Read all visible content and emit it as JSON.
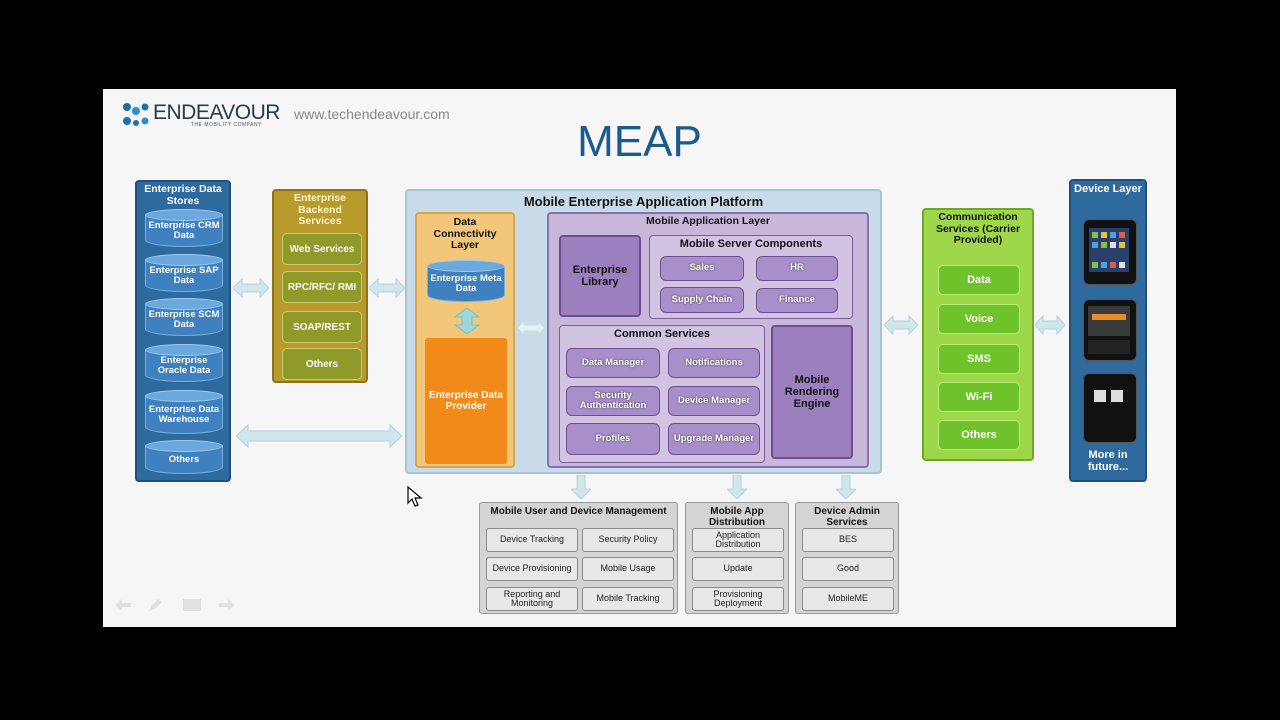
{
  "header": {
    "logo_text": "ENDEAVOUR",
    "logo_sub": "THE MOBILITY COMPANY",
    "url": "www.techendeavour.com",
    "title": "MEAP"
  },
  "data_stores": {
    "title": "Enterprise Data Stores",
    "items": [
      "Enterprise CRM Data",
      "Enterprise SAP Data",
      "Enterprise SCM Data",
      "Enterprise Oracle Data",
      "Enterprise Data Warehouse",
      "Others"
    ]
  },
  "backend": {
    "title": "Enterprise Backend Services",
    "items": [
      "Web Services",
      "RPC/RFC/ RMI",
      "SOAP/REST",
      "Others"
    ]
  },
  "platform": {
    "title": "Mobile Enterprise Application Platform",
    "dcl_title": "Data Connectivity Layer",
    "meta_data": "Enterprise Meta Data",
    "data_provider": "Enterprise Data Provider",
    "mal_title": "Mobile Application Layer",
    "library": "Enterprise Library",
    "server_title": "Mobile Server Components",
    "server_items": [
      "Sales",
      "HR",
      "Supply Chain",
      "Finance"
    ],
    "common_title": "Common Services",
    "common_items": [
      "Data Manager",
      "Notifications",
      "Security Authentication",
      "Device Manager",
      "Profiles",
      "Upgrade Manager"
    ],
    "rendering": "Mobile Rendering Engine"
  },
  "comm": {
    "title": "Communication Services (Carrier Provided)",
    "items": [
      "Data",
      "Voice",
      "SMS",
      "Wi-Fi",
      "Others"
    ]
  },
  "device": {
    "title": "Device Layer",
    "footer": "More in future..."
  },
  "mgmt": {
    "title": "Mobile User and Device Management",
    "items": [
      "Device Tracking",
      "Security Policy",
      "Device Provisioning",
      "Mobile Usage",
      "Reporting and Monitoring",
      "Mobile Tracking"
    ]
  },
  "distribution": {
    "title": "Mobile App Distribution",
    "items": [
      "Application Distribution",
      "Update",
      "Provisioning Deployment"
    ]
  },
  "admin": {
    "title": "Device Admin Services",
    "items": [
      "BES",
      "Good",
      "MobileME"
    ]
  },
  "colors": {
    "background": "#000000",
    "slide": "#f6f6f6",
    "blue": "#2f6a9f",
    "olive": "#b99b2d",
    "orange": "#f28a1a",
    "purple": "#9b7fbf",
    "green": "#9ed84a",
    "title": "#1a5a8c"
  }
}
